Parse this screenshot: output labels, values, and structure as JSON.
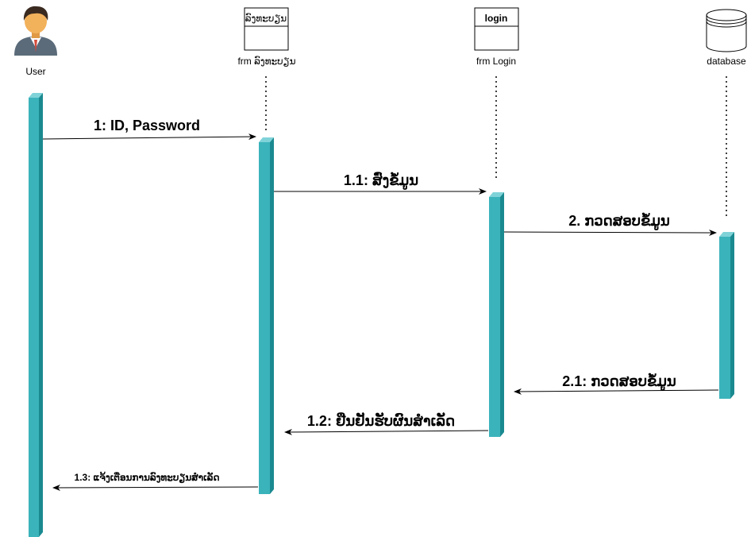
{
  "actors": {
    "user": {
      "label": "User"
    },
    "register_form": {
      "box_title": "ລົງທະບຽນ",
      "label": "frm ລົງທະບຽນ"
    },
    "login_form": {
      "box_title": "login",
      "label": "frm Login"
    },
    "database": {
      "label": "database"
    }
  },
  "messages": {
    "m1": "1: ID, Password",
    "m1_1": "1.1: ສົ່ງຂໍ້ມູນ",
    "m2": "2. ກວດສອບຂໍ້ມູນ",
    "m2_1": "2.1:  ກວດສອບຂໍ້ມູນ",
    "m1_2": "1.2: ຢືນຢັນຮັບຜົນສຳເລັດ",
    "m1_3": "1.3: ແຈ້ງເຕືອນການລົງທະບຽນສຳເລັດ"
  },
  "colors": {
    "activation_face": "#3bb3bb",
    "activation_side": "#1a8a90",
    "activation_top": "#7fd3d8",
    "skin": "#f2b15b",
    "suit": "#5b6b7a",
    "hair": "#3a2a20"
  }
}
